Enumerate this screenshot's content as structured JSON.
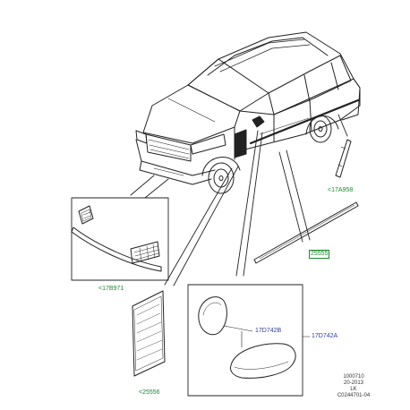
{
  "callouts": {
    "c17a958": "<17A958",
    "c25555": "25555",
    "c17b971": "<17B971",
    "c25556": "<25556",
    "c17d742b": "17D742B",
    "c17d742a": "17D742A"
  },
  "reference": {
    "line1": "1000710",
    "line2": "20-2013",
    "line3": "LK",
    "line4": "C0244701-04"
  },
  "colors": {
    "green": "#1a8a2c",
    "blue": "#2a3fa8",
    "line": "#222222"
  }
}
